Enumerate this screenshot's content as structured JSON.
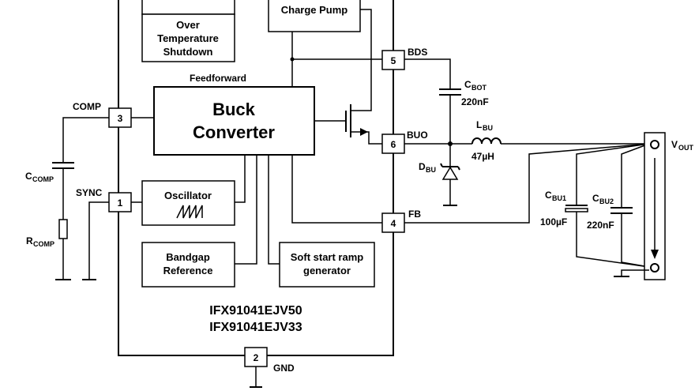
{
  "blocks": {
    "charge_pump": "Charge Pump",
    "over_temp": [
      "Over",
      "Temperature",
      "Shutdown"
    ],
    "buck_converter": [
      "Buck",
      "Converter"
    ],
    "oscillator": "Oscillator",
    "bandgap": [
      "Bandgap",
      "Reference"
    ],
    "soft_start": [
      "Soft start ramp",
      "generator"
    ],
    "feedforward": "Feedforward"
  },
  "part_numbers": [
    "IFX91041EJV50",
    "IFX91041EJV33"
  ],
  "pins": [
    {
      "number": "5",
      "name": "BDS"
    },
    {
      "number": "3",
      "name": "COMP"
    },
    {
      "number": "6",
      "name": "BUO"
    },
    {
      "number": "1",
      "name": "SYNC"
    },
    {
      "number": "4",
      "name": "FB"
    },
    {
      "number": "2",
      "name": "GND"
    }
  ],
  "components": {
    "c_bot": {
      "name": "C",
      "sub": "BOT",
      "value": "220nF"
    },
    "l_bu": {
      "name": "L",
      "sub": "BU",
      "value": "47µH"
    },
    "d_bu": {
      "name": "D",
      "sub": "BU"
    },
    "c_comp": {
      "name": "C",
      "sub": "COMP"
    },
    "r_comp": {
      "name": "R",
      "sub": "COMP"
    },
    "c_bu1": {
      "name": "C",
      "sub": "BU1",
      "value": "100µF"
    },
    "c_bu2": {
      "name": "C",
      "sub": "BU2",
      "value": "220nF"
    },
    "v_out": {
      "name": "V",
      "sub": "OUT"
    }
  }
}
